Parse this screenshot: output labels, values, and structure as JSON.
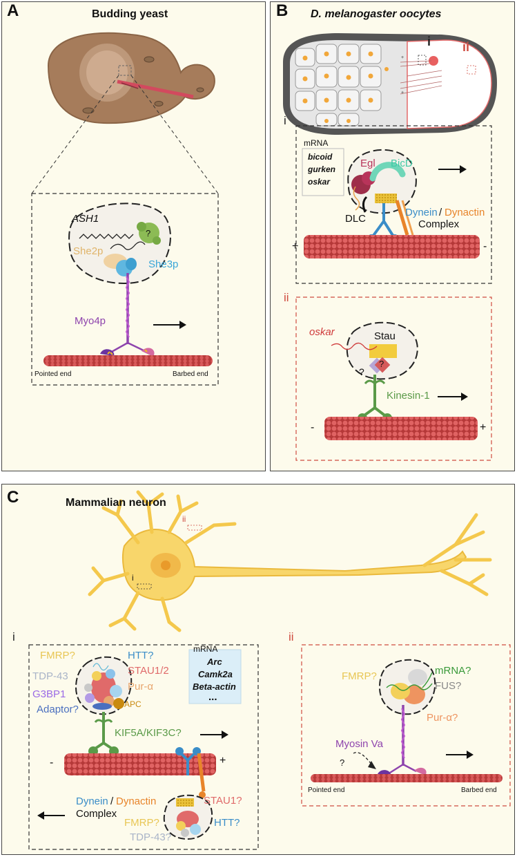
{
  "panel_a": {
    "label": "A",
    "title": "Budding yeast",
    "ash1": "ASH1",
    "she2p": "She2p",
    "she3p": "She3p",
    "question": "?",
    "myo4p": "Myo4p",
    "pointed_end": "Pointed end",
    "barbed_end": "Barbed end"
  },
  "panel_b": {
    "label": "B",
    "title": "D. melanogaster oocytes",
    "marker_i": "i",
    "marker_ii": "ii",
    "inset_i": {
      "roman": "i",
      "mrna_label": "mRNA",
      "mrna_items": [
        "bicoid",
        "gurken",
        "oskar"
      ],
      "egl": "Egl",
      "bicd": "BicD",
      "dlc": "DLC",
      "dynein": "Dynein",
      "slash": "/",
      "dynactin": "Dynactin",
      "complex": "Complex",
      "plus": "+",
      "minus": "-"
    },
    "inset_ii": {
      "roman": "ii",
      "oskar": "oskar",
      "stau": "Stau",
      "question1": "?",
      "question2": "?",
      "kinesin": "Kinesin-1",
      "minus": "-",
      "plus": "+"
    }
  },
  "panel_c": {
    "label": "C",
    "title": "Mammalian neuron",
    "marker_i": "i",
    "marker_ii": "ii",
    "inset_i": {
      "roman": "i",
      "fmrp": "FMRP?",
      "htt": "HTT?",
      "tdp43": "TDP-43",
      "stau12": "STAU1/2",
      "g3bp1": "G3BP1",
      "pur_alpha": "Pur-α",
      "adaptor": "Adaptor?",
      "apc": "APC",
      "mrna_label": "mRNA",
      "mrna_items": [
        "Arc",
        "Camk2a",
        "Beta-actin",
        "..."
      ],
      "kif5a": "KIF5A/KIF3C?",
      "minus": "-",
      "plus": "+",
      "dynein": "Dynein",
      "slash": "/",
      "dynactin": "Dynactin",
      "complex": "Complex",
      "stau1": "STAU1?",
      "fmrp2": "FMRP?",
      "htt2": "HTT?",
      "tdp43_2": "TDP-43?"
    },
    "inset_ii": {
      "roman": "ii",
      "fmrp": "FMRP?",
      "mrna": "mRNA?",
      "fus": "FUS?",
      "pur_alpha": "Pur-α?",
      "myosin": "Myosin Va",
      "question": "?",
      "pointed_end": "Pointed end",
      "barbed_end": "Barbed end"
    }
  },
  "colors": {
    "panel_bg": "#fdfbec",
    "actin": "#c94a4a",
    "microtubule": "#d9534f",
    "myosin": "#8e44ad",
    "kinesin": "#5a9a48",
    "dynein": "#3a8dc8",
    "dynactin": "#e8842a",
    "red_dash": "#cf4b3f"
  }
}
